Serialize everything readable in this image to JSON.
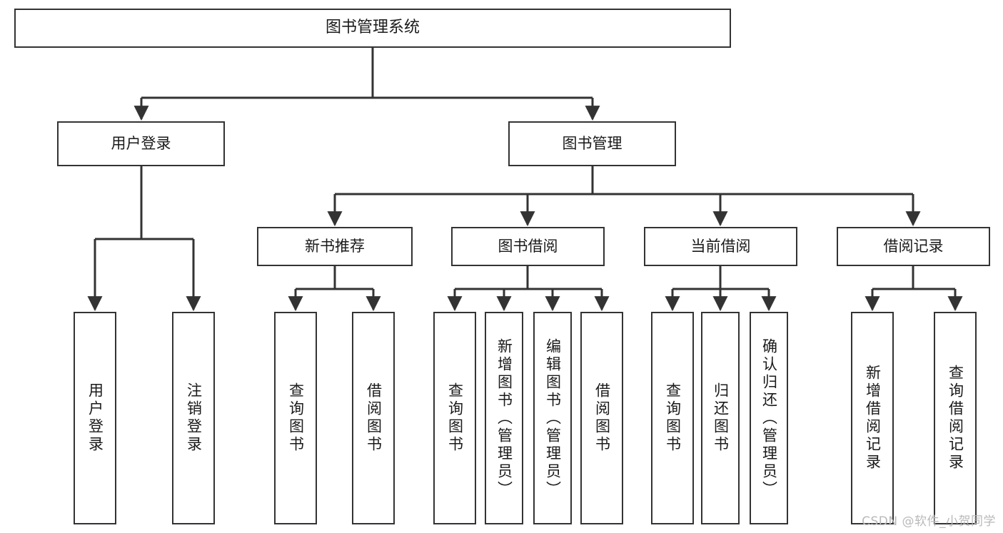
{
  "diagram": {
    "type": "tree",
    "title": "图书管理系统",
    "watermark": "CSDN @软件_小贺同学",
    "colors": {
      "box_border": "#333333",
      "box_fill": "#ffffff",
      "edge": "#333333",
      "text": "#1a1a1a",
      "watermark": "#b9b9b9",
      "background": "#ffffff"
    },
    "nodes": {
      "root": {
        "label": "图书管理系统"
      },
      "level2": [
        {
          "id": "user-login",
          "label": "用户登录"
        },
        {
          "id": "book-manage",
          "label": "图书管理"
        }
      ],
      "level3": [
        {
          "id": "new-book-recommend",
          "label": "新书推荐"
        },
        {
          "id": "book-borrow",
          "label": "图书借阅"
        },
        {
          "id": "current-borrow",
          "label": "当前借阅"
        },
        {
          "id": "borrow-record",
          "label": "借阅记录"
        }
      ],
      "leaves": {
        "user-login": [
          {
            "id": "leaf-user-login",
            "label": "用户登录"
          },
          {
            "id": "leaf-user-logout",
            "label": "注销登录"
          }
        ],
        "new-book-recommend": [
          {
            "id": "leaf-query-book-1",
            "label": "查询图书"
          },
          {
            "id": "leaf-borrow-book-1",
            "label": "借阅图书"
          }
        ],
        "book-borrow": [
          {
            "id": "leaf-query-book-2",
            "label": "查询图书"
          },
          {
            "id": "leaf-add-book",
            "label": "新增图书（管理员）"
          },
          {
            "id": "leaf-edit-book",
            "label": "编辑图书（管理员）"
          },
          {
            "id": "leaf-borrow-book-2",
            "label": "借阅图书"
          }
        ],
        "current-borrow": [
          {
            "id": "leaf-query-book-3",
            "label": "查询图书"
          },
          {
            "id": "leaf-return-book",
            "label": "归还图书"
          },
          {
            "id": "leaf-confirm-return",
            "label": "确认归还（管理员）"
          }
        ],
        "borrow-record": [
          {
            "id": "leaf-add-record",
            "label": "新增借阅记录"
          },
          {
            "id": "leaf-query-record",
            "label": "查询借阅记录"
          }
        ]
      }
    }
  }
}
